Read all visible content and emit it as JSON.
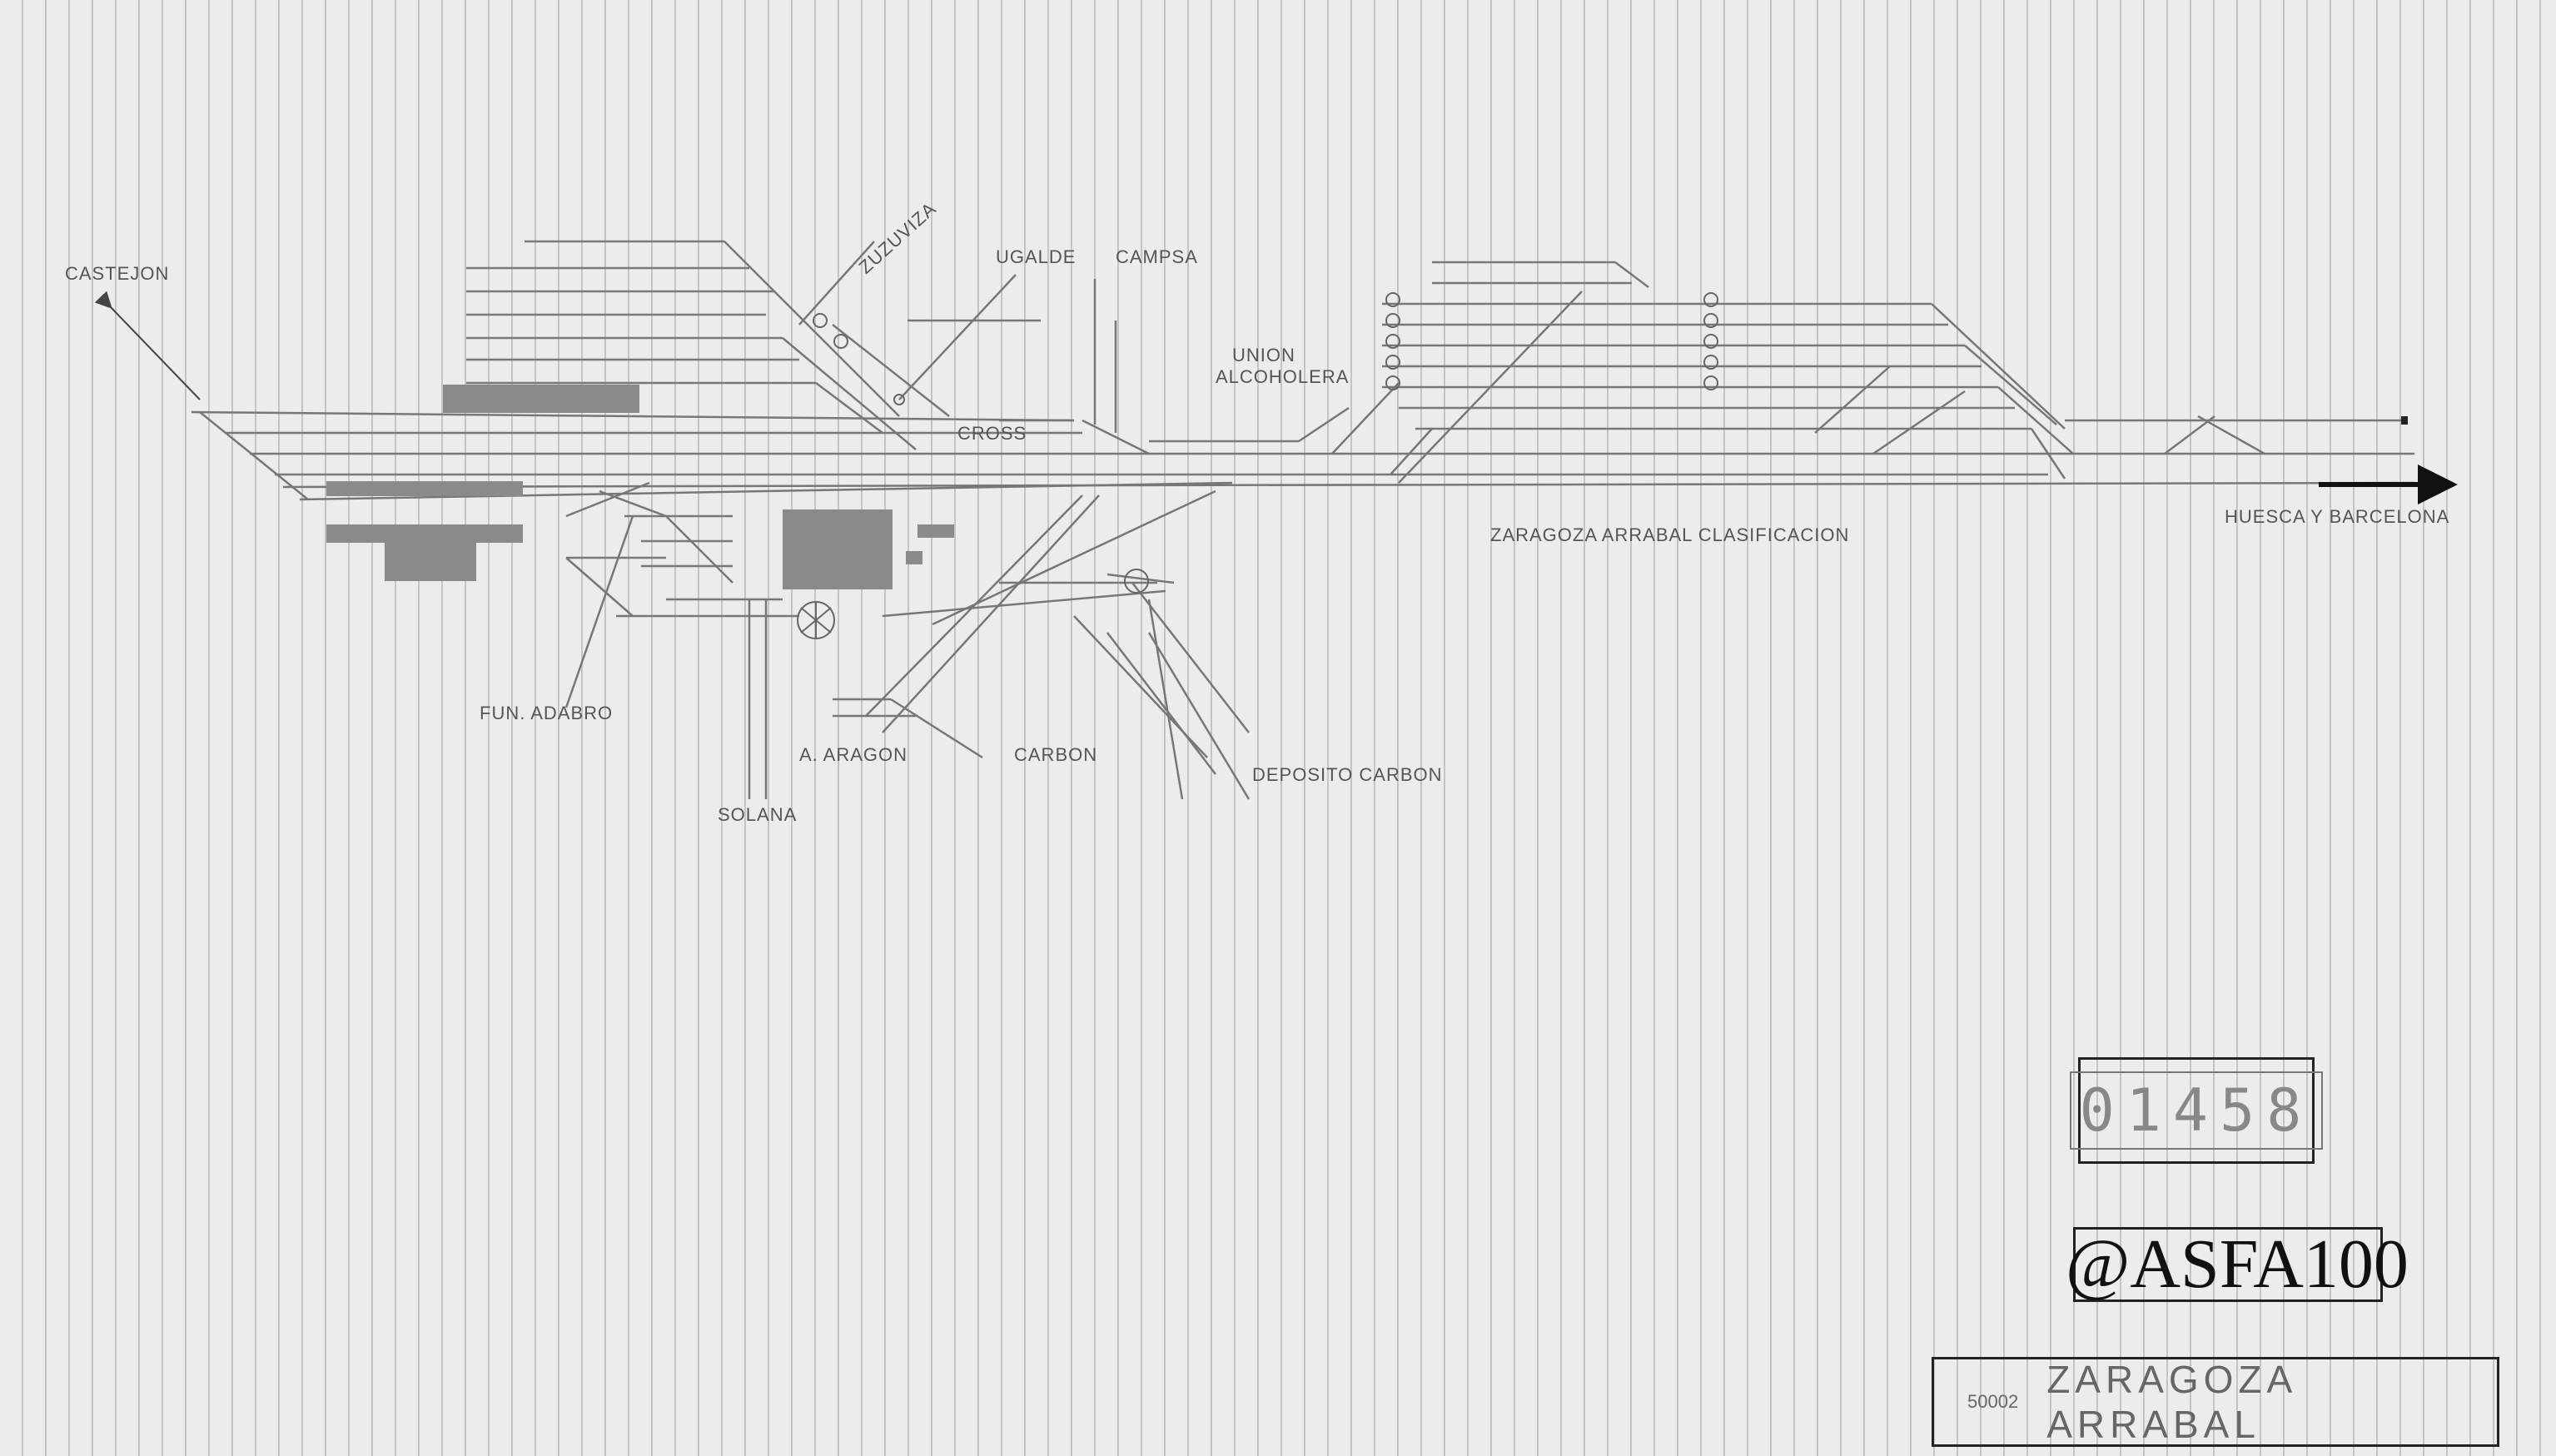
{
  "labels": {
    "castejon": "CASTEJON",
    "zuzu": "ZUZUVIZA",
    "ugalde": "UGALDE",
    "campsa": "CAMPSA",
    "union": "UNION",
    "alcoholera": "ALCOHOLERA",
    "cross": "CROSS",
    "clasificacion": "ZARAGOZA ARRABAL CLASIFICACION",
    "huesca": "HUESCA Y BARCELONA",
    "fun_adabro": "FUN. ADABRO",
    "a_aragon": "A. ARAGON",
    "carbon": "CARBON",
    "deposito": "DEPOSITO CARBON",
    "solana": "SOLANA"
  },
  "document_code": "01458",
  "watermark": "@ASFA100",
  "station": {
    "id": "50002",
    "name": "ZARAGOZA ARRABAL"
  },
  "colors": {
    "line": "#777777",
    "block": "#8a8a8a",
    "ink": "#222222"
  }
}
